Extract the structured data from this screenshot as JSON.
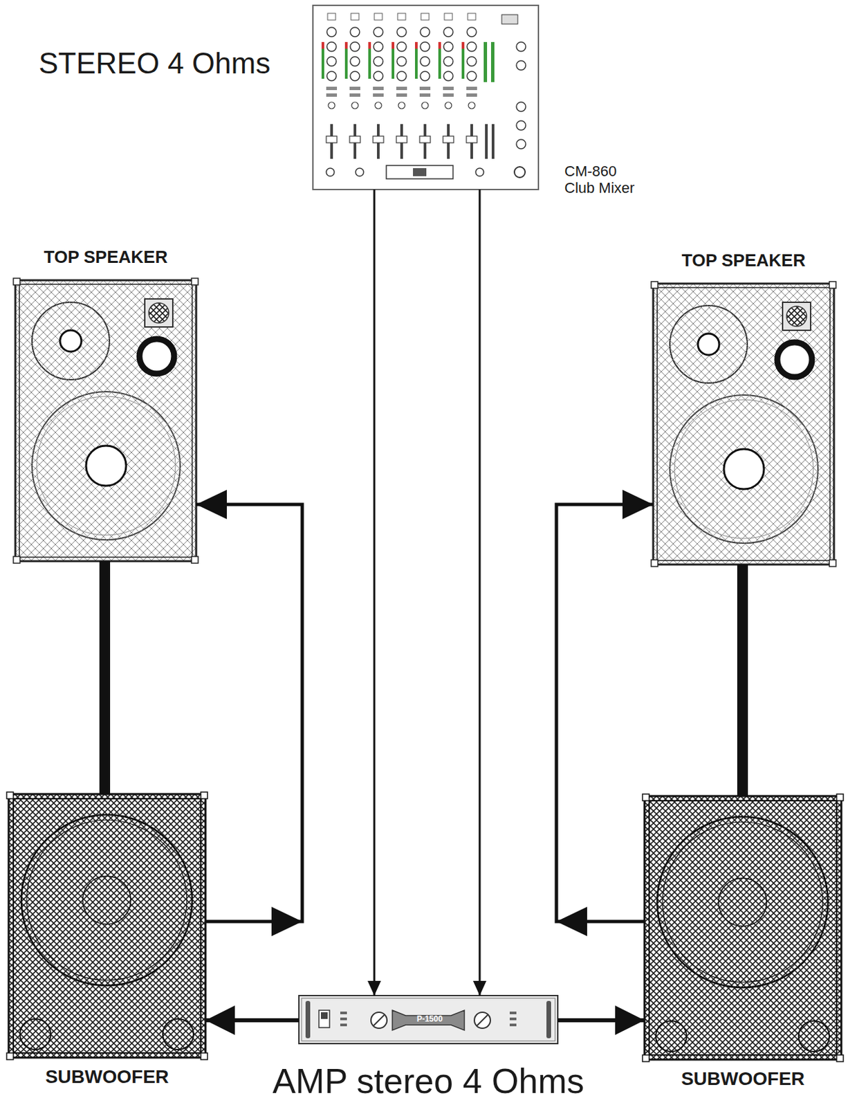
{
  "diagram": {
    "title": "STEREO 4 Ohms",
    "nodes": [
      {
        "text": [
          "CM-860 Club Mixer"
        ]
      },
      {
        "text": [
          "TOP SPEAKER"
        ]
      },
      {
        "text": [
          "TOP SPEAKER"
        ]
      },
      {
        "text": [
          "SUBWOOFER"
        ]
      },
      {
        "text": [
          "SUBWOOFER"
        ]
      },
      {
        "text": [
          "AMP stereo 4 Ohms"
        ]
      }
    ],
    "edges": [
      {
        "from": 0,
        "to": 5,
        "arrow": "to"
      },
      {
        "from": 0,
        "to": 5,
        "arrow": "to"
      },
      {
        "from": 5,
        "to": 3,
        "arrow": "to"
      },
      {
        "from": 5,
        "to": 4,
        "arrow": "to"
      },
      {
        "from": 3,
        "to": 1,
        "arrow": "to"
      },
      {
        "from": 4,
        "to": 2,
        "arrow": "to"
      },
      {
        "from": 1,
        "to": 3,
        "arrow": "none"
      },
      {
        "from": 2,
        "to": 4,
        "arrow": "none"
      }
    ],
    "labels": [
      "P-1500"
    ]
  }
}
